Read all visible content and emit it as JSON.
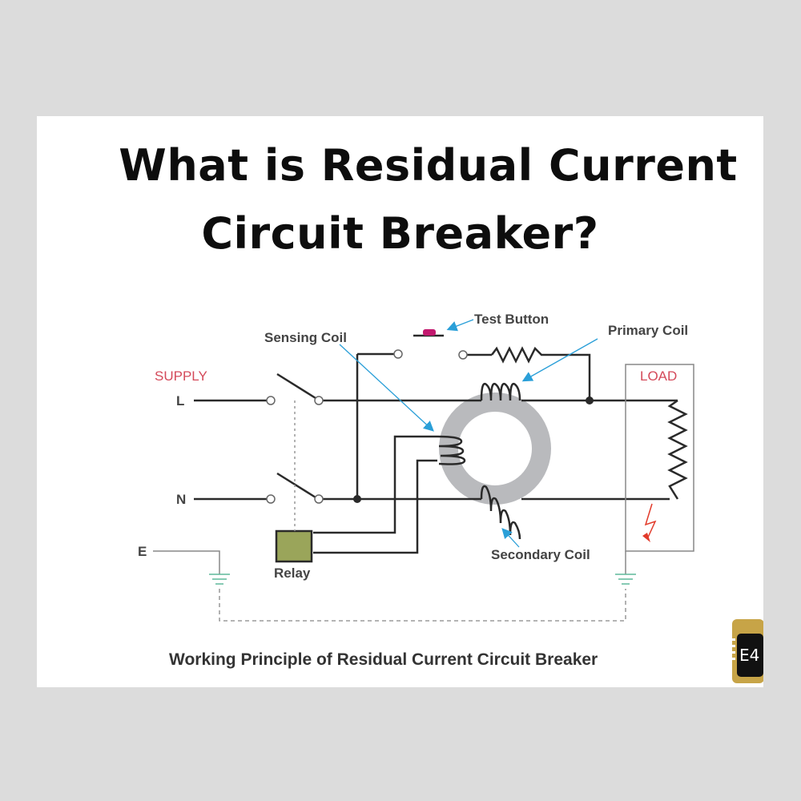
{
  "title": {
    "line1": "What is Residual Current",
    "line2": "Circuit Breaker?"
  },
  "diagram": {
    "labels": {
      "supply": "SUPPLY",
      "line": "L",
      "neutral": "N",
      "earth": "E",
      "sensing_coil": "Sensing Coil",
      "test_button": "Test Button",
      "primary_coil": "Primary Coil",
      "load": "LOAD",
      "relay": "Relay",
      "secondary_coil": "Secondary Coil"
    },
    "caption": "Working Principle of Residual Current Circuit Breaker",
    "colors": {
      "wire": "#2a2a2a",
      "core": "#b9babd",
      "relay": "#9aa55a",
      "arrow": "#2a9fd8",
      "test_button": "#c2186e",
      "fault": "#e23a2a",
      "earth": "#5fb89a",
      "accent_text": "#d44a5a"
    }
  },
  "logo": {
    "text": "E4"
  }
}
